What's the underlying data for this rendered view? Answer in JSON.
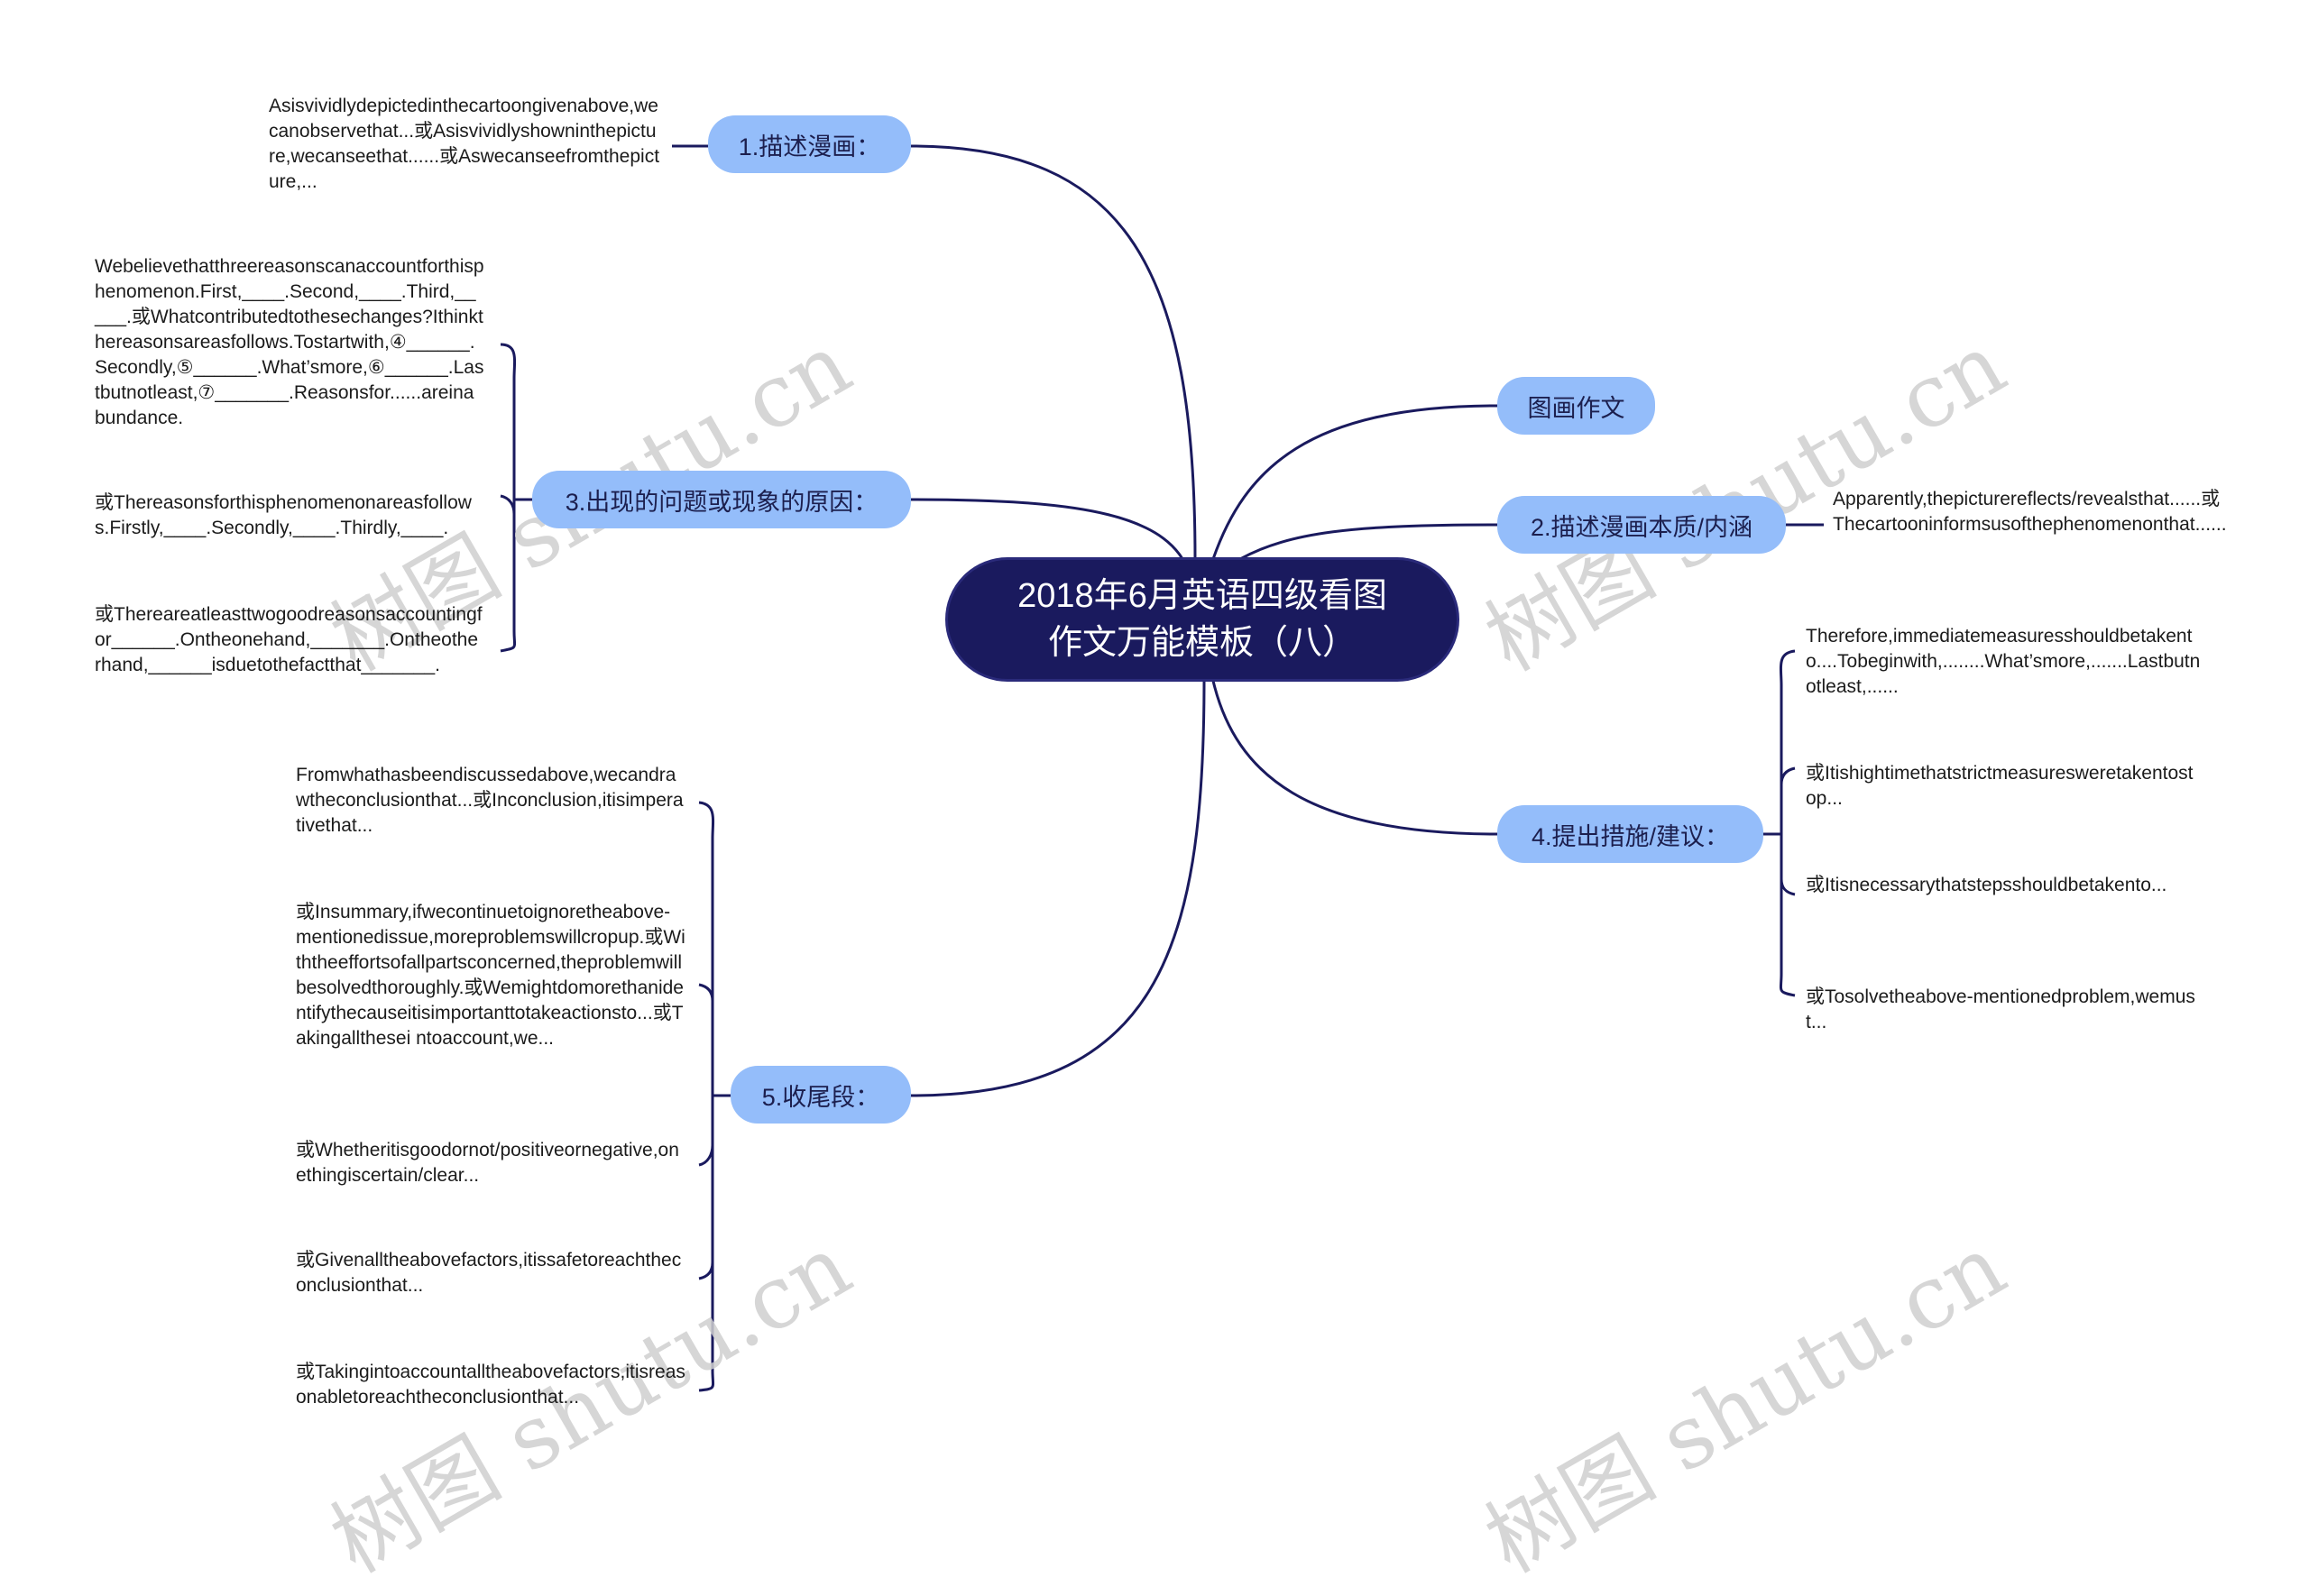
{
  "root": {
    "line1": "2018年6月英语四级看图",
    "line2": "作文万能模板（八）"
  },
  "branches": {
    "b1": {
      "label": "1.描述漫画："
    },
    "b3": {
      "label": "3.出现的问题或现象的原因："
    },
    "b5": {
      "label": "5.收尾段："
    },
    "b0": {
      "label": "图画作文"
    },
    "b2": {
      "label": "2.描述漫画本质/内涵"
    },
    "b4": {
      "label": "4.提出措施/建议："
    }
  },
  "leaves": {
    "l1a": "Asisvividlydepictedinthecartoongivenabove,wecanobservethat...或Asisvividlyshowninthepicture,wecanseethat......或Aswecanseefromthepicture,...",
    "l3a": "Webelievethatthreereasonscanaccountforthisphenomenon.First,____.Second,____.Third,_____.或Whatcontributedtothesechanges?Ithinkthereasonsareasfollows.Tostartwith,④______.Secondly,⑤______.What’smore,⑥______.Lastbutnotleast,⑦_______.Reasonsfor......areinabundance.",
    "l3b": "或Thereasonsforthisphenomenonareasfollows.Firstly,____.Secondly,____.Thirdly,____.",
    "l3c": "或Thereareatleasttwogoodreasonsaccountingfor______.Ontheonehand,_______.Ontheotherhand,______isduetothefactthat_______.",
    "l5a": "Fromwhathasbeendiscussedabove,wecandrawtheconclusionthat...或Inconclusion,itisimperativethat...",
    "l5b": "或Insummary,ifwecontinuetoignoretheabove-mentionedissue,moreproblemswillcropup.或Withtheeffortsofallpartsconcerned,theproblemwillbesolvedthoroughly.或Wemightdomorethanidentifythecauseitisimportanttotakeactionsto...或Takingallthesei ntoaccount,we...",
    "l5c": "或Whetheritisgoodornot/positiveornegative,onethingiscertain/clear...",
    "l5d": "或Givenalltheabovefactors,itissafetoreachtheconclusionthat...",
    "l5e": "或Takingintoaccountalltheabovefactors,itisreasonabletoreachtheconclusionthat...",
    "l2a": "Apparently,thepicturereflects/revealsthat......或Thecartooninformsusofthephenomenonthat......",
    "l4a": "Therefore,immediatemeasuresshouldbetakento....Tobeginwith,........What’smore,.......Lastbutnotleast,......",
    "l4b": "或Itishightimethatstrictmeasuresweretakentostop...",
    "l4c": "或Itisnecessarythatstepsshouldbetakento...",
    "l4d": "或Tosolvetheabove-mentionedproblem,wemust..."
  },
  "watermark": "树图 shutu.cn",
  "colors": {
    "root": "#1a1a5e",
    "branch": "#94bdfa",
    "line": "#1a1a5e"
  }
}
